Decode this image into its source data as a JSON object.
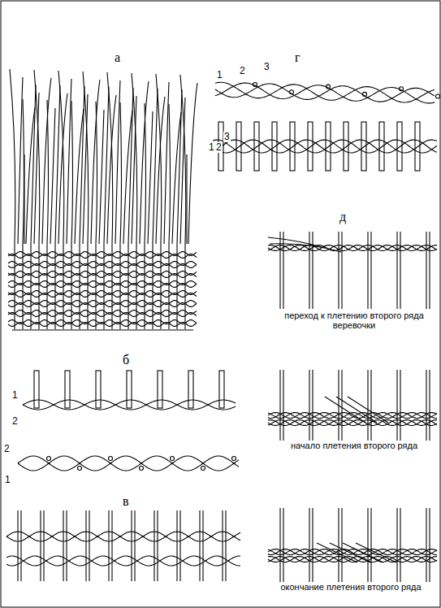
{
  "diagram": {
    "labels": [
      "а",
      "г",
      "1",
      "2",
      "3",
      "1",
      "2",
      "3",
      "д",
      "б",
      "1",
      "2",
      "2",
      "1",
      "в",
      "переход к плетению второго ряда веревочки",
      "начало плетения второго ряда",
      "окончание плетения второго ряда"
    ]
  }
}
